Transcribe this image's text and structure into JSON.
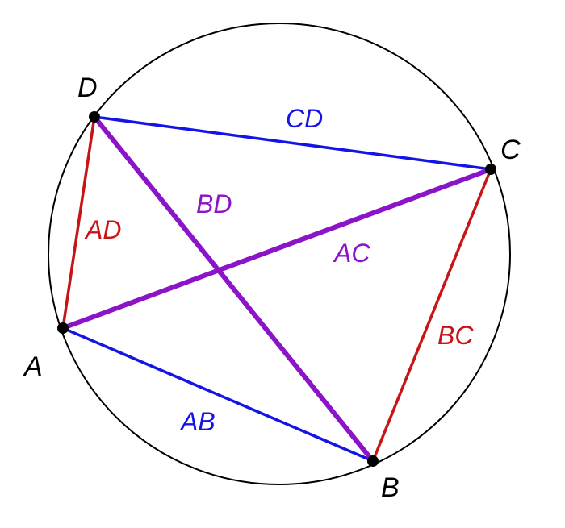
{
  "colors": {
    "circle": "#000000",
    "side_blue": "#1414e6",
    "side_red": "#c81414",
    "diagonal": "#8c14c8",
    "point": "#000000",
    "text_black": "#000000"
  },
  "vertices": [
    {
      "id": "A",
      "label": "A"
    },
    {
      "id": "B",
      "label": "B"
    },
    {
      "id": "C",
      "label": "C"
    },
    {
      "id": "D",
      "label": "D"
    }
  ],
  "segments": [
    {
      "id": "AB",
      "label": "AB",
      "from": "A",
      "to": "B",
      "color": "side_blue",
      "kind": "side"
    },
    {
      "id": "CD",
      "label": "CD",
      "from": "C",
      "to": "D",
      "color": "side_blue",
      "kind": "side"
    },
    {
      "id": "AD",
      "label": "AD",
      "from": "A",
      "to": "D",
      "color": "side_red",
      "kind": "side"
    },
    {
      "id": "BC",
      "label": "BC",
      "from": "B",
      "to": "C",
      "color": "side_red",
      "kind": "side"
    },
    {
      "id": "AC",
      "label": "AC",
      "from": "A",
      "to": "C",
      "color": "diagonal",
      "kind": "diagonal"
    },
    {
      "id": "BD",
      "label": "BD",
      "from": "B",
      "to": "D",
      "color": "diagonal",
      "kind": "diagonal"
    }
  ]
}
